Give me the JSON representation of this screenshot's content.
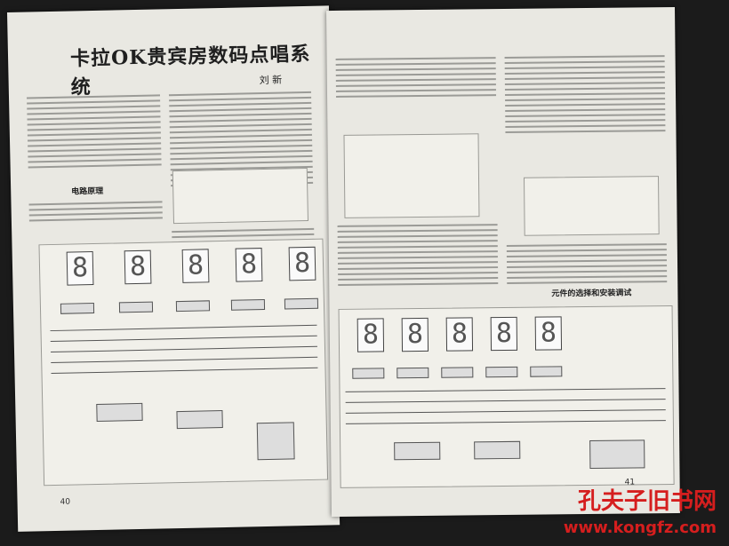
{
  "left_page": {
    "title": "卡拉OK贵宾房数码点唱系统",
    "author": "刘 新",
    "section_heading": "电路原理",
    "folio": "40"
  },
  "right_page": {
    "section_heading": "元件的选择和安装调试",
    "folio": "41"
  },
  "watermark": {
    "name": "孔夫子旧书网",
    "url": "www.kongfz.com"
  }
}
